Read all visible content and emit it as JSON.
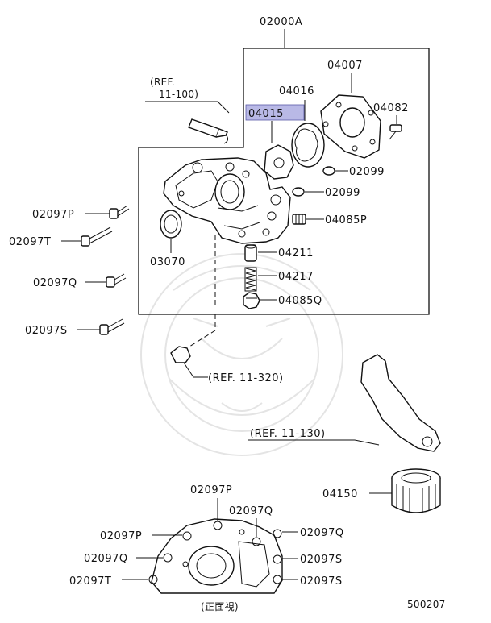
{
  "diagram": {
    "assembly_label": "02000A",
    "diagram_id": "500207",
    "view_caption": "(正面視)",
    "references": {
      "ref_11_100_line1": "(REF.",
      "ref_11_100_line2": "11-100)",
      "ref_11_320": "(REF. 11-320)",
      "ref_11_130": "(REF. 11-130)"
    },
    "highlighted_part": "04015",
    "parts": {
      "p04007": "04007",
      "p04016": "04016",
      "p04082": "04082",
      "p04015": "04015",
      "p02099a": "02099",
      "p02099b": "02099",
      "p04085P": "04085P",
      "p04211": "04211",
      "p04217": "04217",
      "p04085Q": "04085Q",
      "p03070": "03070",
      "p02097P": "02097P",
      "p02097T": "02097T",
      "p02097Q": "02097Q",
      "p02097S": "02097S",
      "p04150": "04150"
    },
    "front_view_labels": {
      "top_p": "02097P",
      "top_q": "02097Q",
      "left_p": "02097P",
      "left_q": "02097Q",
      "left_t": "02097T",
      "right_q": "02097Q",
      "right_s1": "02097S",
      "right_s2": "02097S"
    }
  }
}
